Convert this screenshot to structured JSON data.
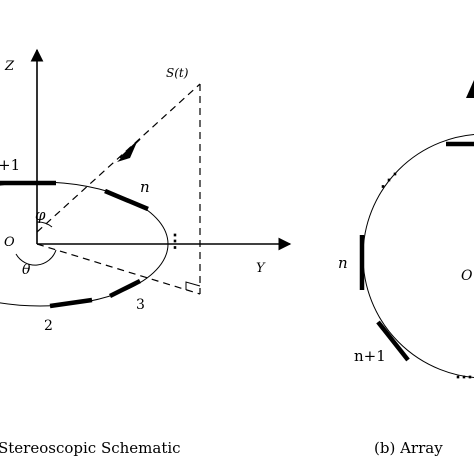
{
  "diagram": {
    "left_panel": {
      "axis_z": "Z",
      "axis_y": "Y",
      "origin": "O",
      "source": "S(t)",
      "angle_elevation": "φ",
      "angle_azimuth": "θ",
      "element_n_plus_1": "+1",
      "element_n": "n",
      "element_2": "2",
      "element_3": "3",
      "dots": "⋮",
      "caption": "Stereoscopic Schematic"
    },
    "right_panel": {
      "element_n": "n",
      "element_n_plus_1": "n+1",
      "center": "O",
      "dots_top": "⋰",
      "dots_bottom": "⋯",
      "caption": "(b) Array"
    }
  },
  "colors": {
    "ink": "#000000",
    "background": "#ffffff"
  }
}
